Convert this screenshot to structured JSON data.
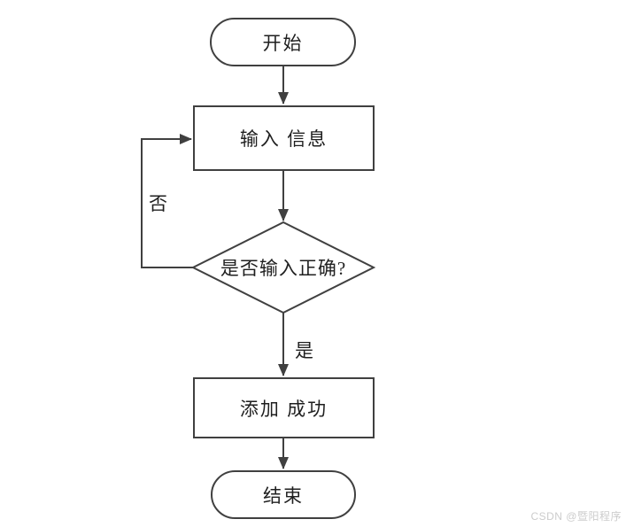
{
  "flowchart": {
    "title": "add-record-flow",
    "nodes": {
      "start": {
        "label": "开始",
        "type": "terminator"
      },
      "input": {
        "label": "输入 信息",
        "type": "process"
      },
      "decision": {
        "label": "是否输入正确?",
        "type": "decision"
      },
      "success": {
        "label": "添加 成功",
        "type": "process"
      },
      "end": {
        "label": "结束",
        "type": "terminator"
      }
    },
    "edges": [
      {
        "from": "start",
        "to": "input",
        "label": ""
      },
      {
        "from": "input",
        "to": "decision",
        "label": ""
      },
      {
        "from": "decision",
        "to": "input",
        "label": "否"
      },
      {
        "from": "decision",
        "to": "success",
        "label": "是"
      },
      {
        "from": "success",
        "to": "end",
        "label": ""
      }
    ],
    "edge_labels": {
      "no": "否",
      "yes": "是"
    },
    "colors": {
      "stroke": "#404040",
      "text": "#1f1f1f",
      "background": "#ffffff",
      "watermark": "#cccccc"
    }
  },
  "watermark": {
    "text": "CSDN @暨阳程序"
  }
}
